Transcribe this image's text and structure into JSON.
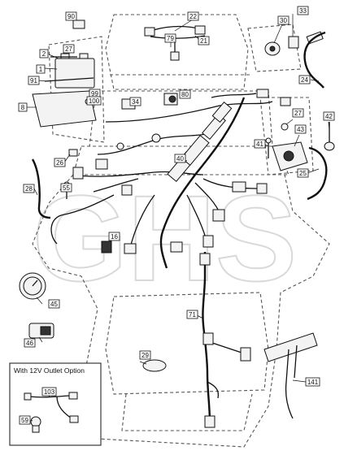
{
  "watermark": "GHS",
  "inset": {
    "title": "With 12V Outlet Option"
  },
  "callouts": [
    {
      "id": "c90",
      "label": "90"
    },
    {
      "id": "c22",
      "label": "22"
    },
    {
      "id": "c79",
      "label": "79"
    },
    {
      "id": "c21",
      "label": "21"
    },
    {
      "id": "c30",
      "label": "30"
    },
    {
      "id": "c33",
      "label": "33"
    },
    {
      "id": "c2",
      "label": "2"
    },
    {
      "id": "c27a",
      "label": "27"
    },
    {
      "id": "c1",
      "label": "1"
    },
    {
      "id": "c91",
      "label": "91"
    },
    {
      "id": "c99",
      "label": "99"
    },
    {
      "id": "c100",
      "label": "100"
    },
    {
      "id": "c8",
      "label": "8"
    },
    {
      "id": "c24",
      "label": "24"
    },
    {
      "id": "c34",
      "label": "34"
    },
    {
      "id": "c80",
      "label": "80"
    },
    {
      "id": "c27b",
      "label": "27"
    },
    {
      "id": "c42",
      "label": "42"
    },
    {
      "id": "c43",
      "label": "43"
    },
    {
      "id": "c41",
      "label": "41"
    },
    {
      "id": "c26",
      "label": "26"
    },
    {
      "id": "c40",
      "label": "40"
    },
    {
      "id": "c25",
      "label": "25"
    },
    {
      "id": "c28",
      "label": "28"
    },
    {
      "id": "c55",
      "label": "55"
    },
    {
      "id": "c16",
      "label": "16"
    },
    {
      "id": "c45",
      "label": "45"
    },
    {
      "id": "c46",
      "label": "46"
    },
    {
      "id": "c71",
      "label": "71"
    },
    {
      "id": "c29",
      "label": "29"
    },
    {
      "id": "c141",
      "label": "141"
    },
    {
      "id": "c103",
      "label": "103"
    },
    {
      "id": "c59",
      "label": "59"
    }
  ]
}
